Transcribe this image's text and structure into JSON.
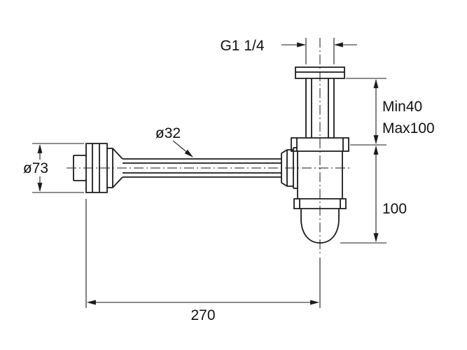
{
  "drawing": {
    "labels": {
      "thread": "G1 1/4",
      "min_height": "Min40",
      "max_height": "Max100",
      "pipe_diameter": "ø32",
      "flange_diameter": "ø73",
      "body_height": "100",
      "overall_length": "270"
    },
    "colors": {
      "line": "#1b1b1b",
      "background": "#ffffff"
    }
  }
}
